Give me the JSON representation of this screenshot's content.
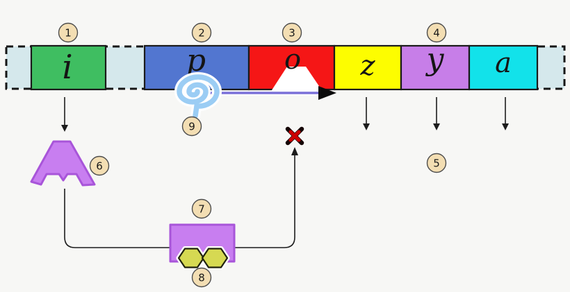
{
  "canvas": {
    "background": "#f7f7f5"
  },
  "operon_bar": {
    "dna_fill": "#d5e8ec",
    "segments": [
      {
        "label": "i",
        "color": "#3fbe61"
      },
      {
        "label": "p",
        "color": "#5276d0"
      },
      {
        "label": "o",
        "color": "#f51616"
      },
      {
        "label": "z",
        "color": "#fdfd00"
      },
      {
        "label": "y",
        "color": "#c77ee8"
      },
      {
        "label": "a",
        "color": "#12e2ea"
      }
    ]
  },
  "callouts": [
    {
      "number": "1"
    },
    {
      "number": "2"
    },
    {
      "number": "3"
    },
    {
      "number": "4"
    },
    {
      "number": "5"
    },
    {
      "number": "6"
    },
    {
      "number": "7"
    },
    {
      "number": "8"
    },
    {
      "number": "9"
    }
  ],
  "callout_style": {
    "fill": "#f3deb3",
    "stroke": "#4d4d4d"
  },
  "shapes": {
    "spiral_color": "#9bcdf4",
    "transcription_arrow_color": "#7a70d8",
    "protein_fill": "#c87ef0",
    "protein_stroke": "#a855d9",
    "hexagon_fill": "#d6d952",
    "x_mark_color": "#cc0000",
    "operator_notch_fill": "#ffffff"
  }
}
